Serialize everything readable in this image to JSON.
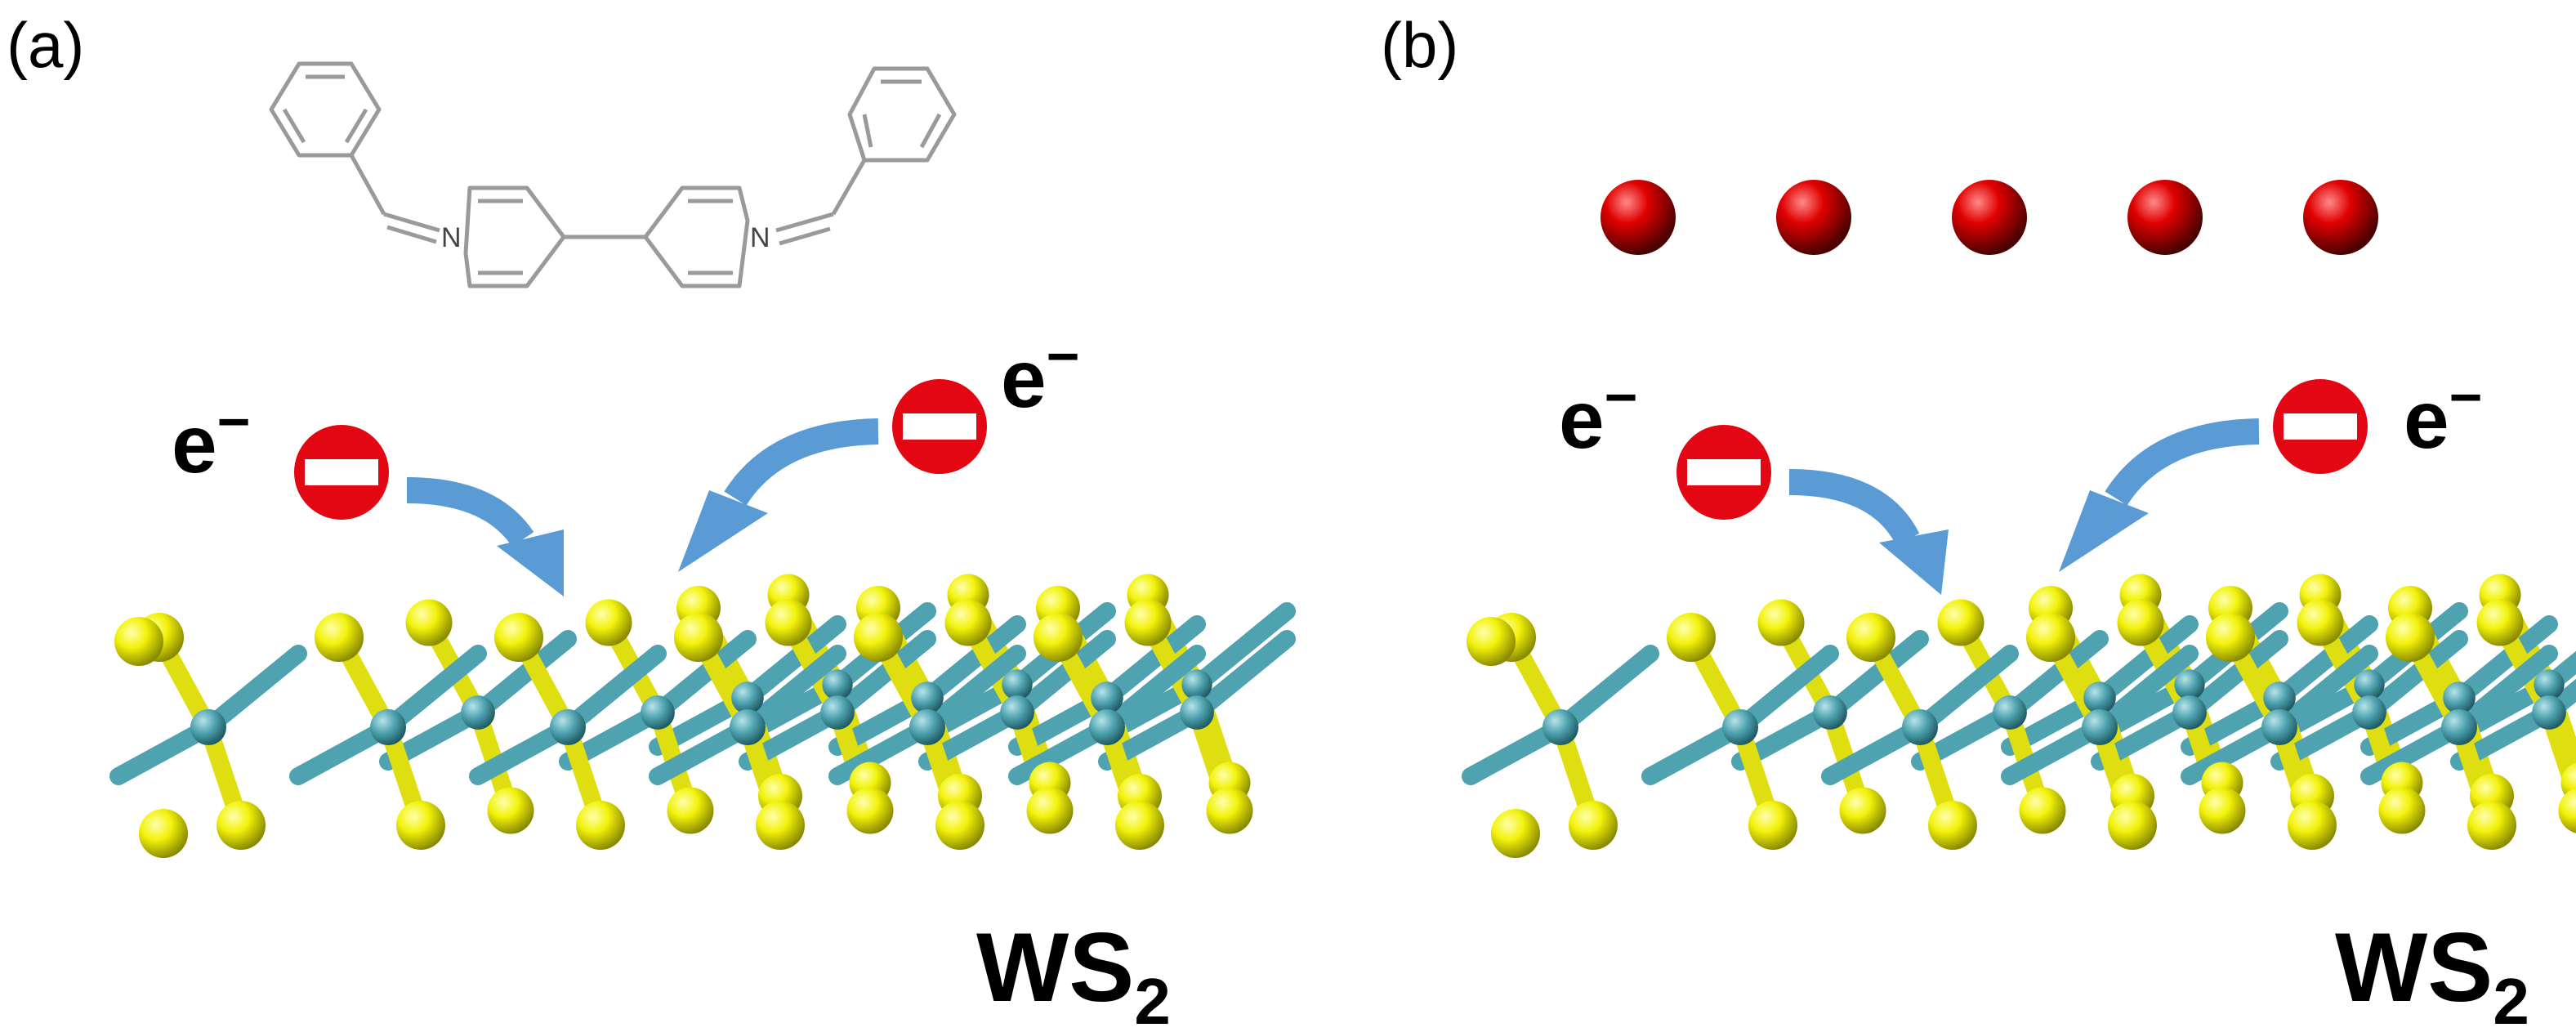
{
  "panels": [
    {
      "label": "(a)",
      "molecule": {
        "atom_label_left": "N",
        "atom_label_right": "N"
      },
      "electron_label_left": "e",
      "electron_label_right": "e",
      "charge_symbol": "−",
      "substrate_label": "WS",
      "substrate_subscript": "2"
    },
    {
      "label": "(b)",
      "sphere_count": 5,
      "electron_label_left": "e",
      "electron_label_right": "e",
      "charge_symbol": "−",
      "substrate_label": "WS",
      "substrate_subscript": "2"
    }
  ],
  "colors": {
    "sulfur": "#f2f20a",
    "tungsten": "#4fa3b0",
    "electron": "#e30613",
    "arrow": "#5b9bd5",
    "sphere": "#cc0000"
  }
}
